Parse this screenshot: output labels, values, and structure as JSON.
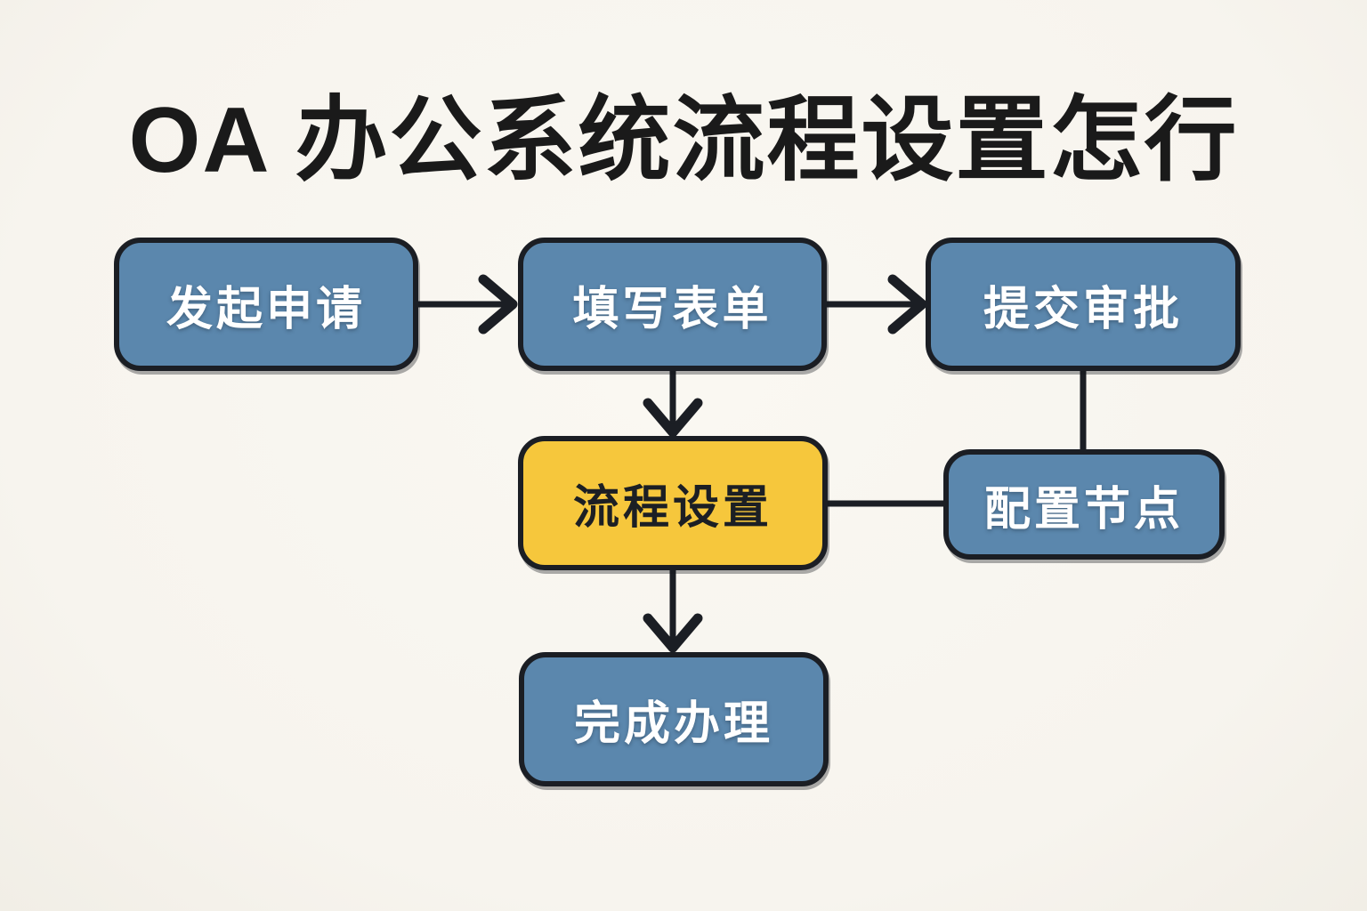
{
  "title": "OA 办公系统流程设置怎行",
  "colors": {
    "background": "#f7f4ee",
    "node_blue": "#5b87ad",
    "node_yellow": "#f6c73c",
    "outline": "#1b1e24",
    "text_light": "#ffffff",
    "text_dark": "#1c1f24"
  },
  "nodes": [
    {
      "id": "initiate-request",
      "label": "发起申请",
      "color": "blue"
    },
    {
      "id": "fill-form",
      "label": "填写表单",
      "color": "blue"
    },
    {
      "id": "submit-approval",
      "label": "提交审批",
      "color": "blue"
    },
    {
      "id": "process-setup",
      "label": "流程设置",
      "color": "yellow"
    },
    {
      "id": "configure-nodes",
      "label": "配置节点",
      "color": "blue"
    },
    {
      "id": "complete-handling",
      "label": "完成办理",
      "color": "blue"
    }
  ],
  "edges": [
    {
      "from": "initiate-request",
      "to": "fill-form",
      "arrow": true,
      "direction": "right"
    },
    {
      "from": "fill-form",
      "to": "submit-approval",
      "arrow": true,
      "direction": "right"
    },
    {
      "from": "fill-form",
      "to": "process-setup",
      "arrow": true,
      "direction": "down"
    },
    {
      "from": "submit-approval",
      "to": "configure-nodes",
      "arrow": false,
      "direction": "down"
    },
    {
      "from": "process-setup",
      "to": "configure-nodes",
      "arrow": false,
      "direction": "right"
    },
    {
      "from": "process-setup",
      "to": "complete-handling",
      "arrow": true,
      "direction": "down"
    }
  ]
}
